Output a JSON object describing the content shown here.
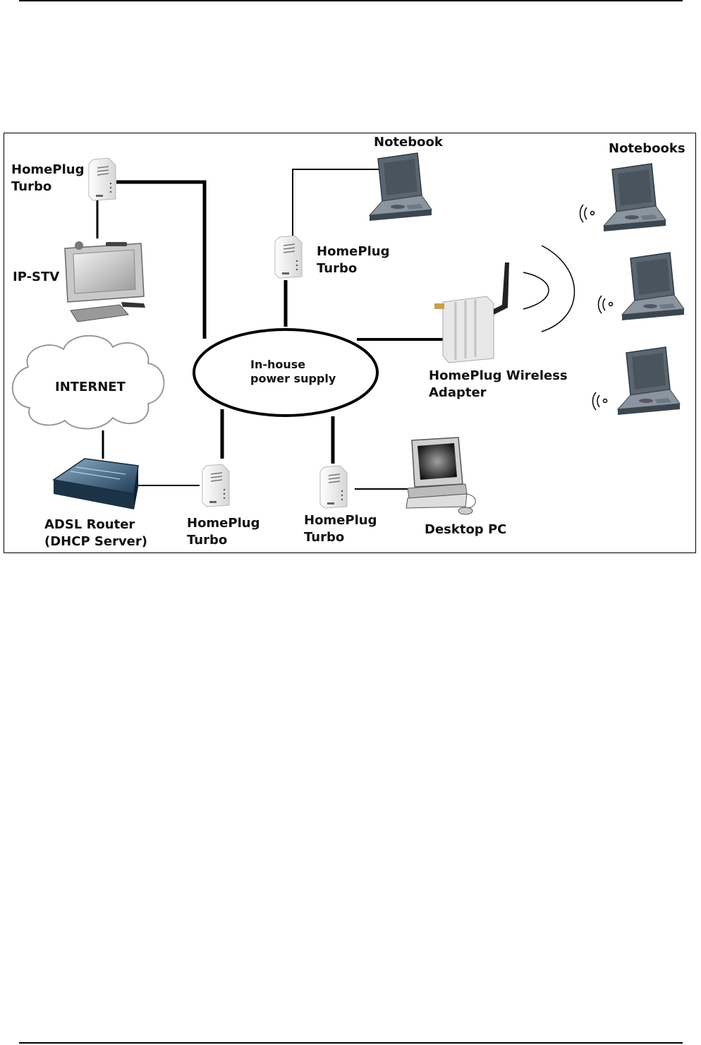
{
  "labels": {
    "homeplug_tl_1": "HomePlug",
    "homeplug_tl_2": "Turbo",
    "ipstv": "IP-STV",
    "internet": "INTERNET",
    "adsl_1": "ADSL Router",
    "adsl_2": "(DHCP Server)",
    "homeplug_bl_1": "HomePlug",
    "homeplug_bl_2": "Turbo",
    "power_1": "In-house",
    "power_2": "power supply",
    "homeplug_tc_1": "HomePlug",
    "homeplug_tc_2": "Turbo",
    "notebook": "Notebook",
    "notebooks": "Notebooks",
    "wireless_1": "HomePlug Wireless",
    "wireless_2": "Adapter",
    "homeplug_bc_1": "HomePlug",
    "homeplug_bc_2": "Turbo",
    "desktop": "Desktop PC"
  }
}
